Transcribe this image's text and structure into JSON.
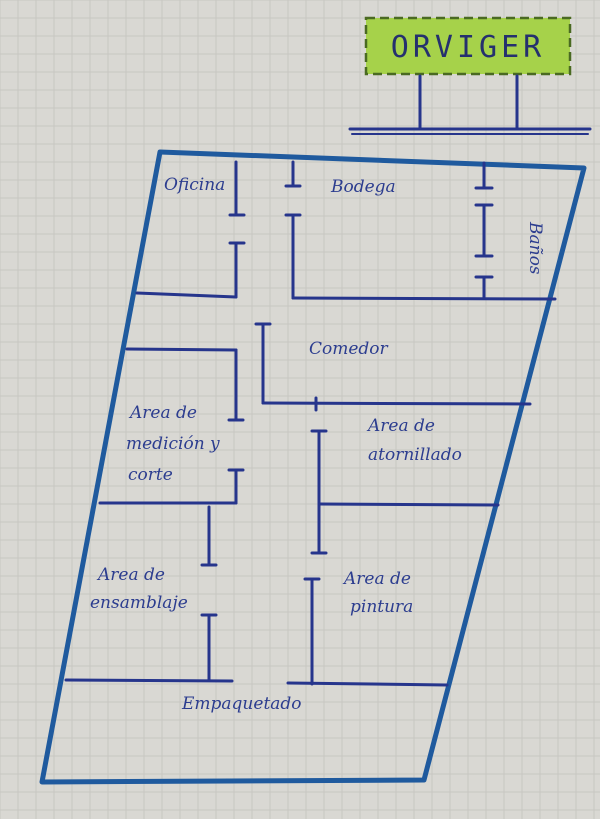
{
  "sign": {
    "text": "ORVIGER",
    "color": "#a6d24a",
    "border_color": "#4a6a22"
  },
  "rooms": {
    "oficina": "Oficina",
    "bodega": "Bodega",
    "banos": "Baños",
    "comedor": "Comedor",
    "medicion_line1": "Area de",
    "medicion_line2": "medición y",
    "medicion_line3": "corte",
    "atornillado_line1": "Area de",
    "atornillado_line2": "atornillado",
    "ensamblaje_line1": "Area de",
    "ensamblaje_line2": "ensamblaje",
    "pintura_line1": "Area de",
    "pintura_line2": "pintura",
    "empaquetado": "Empaquetado"
  },
  "colors": {
    "ink": "#26358c",
    "outline": "#1f5a9e",
    "paper": "#d9d8d3"
  }
}
